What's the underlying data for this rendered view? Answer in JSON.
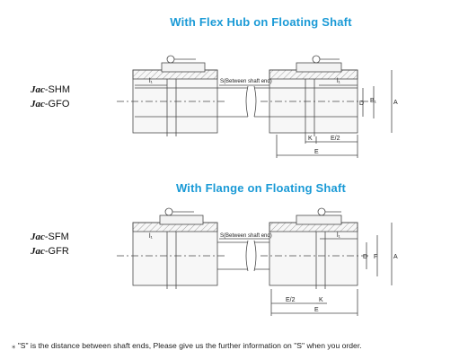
{
  "titles": {
    "top": "With Flex Hub on Floating Shaft",
    "bottom": "With Flange on Floating Shaft"
  },
  "models": {
    "top": [
      {
        "brand": "Jac",
        "code": "-SHM"
      },
      {
        "brand": "Jac",
        "code": "-GFO"
      }
    ],
    "bottom": [
      {
        "brand": "Jac",
        "code": "-SFM"
      },
      {
        "brand": "Jac",
        "code": "-GFR"
      }
    ]
  },
  "labels": {
    "l1": "l₁",
    "s_between": "S(Between shaft end)",
    "d": "D",
    "b1": "B₁",
    "f": "F",
    "a": "A",
    "k": "K",
    "e2": "E/2",
    "e": "E"
  },
  "footnote": {
    "mark": "⁎",
    "text": "\"S\" is the distance between shaft ends, Please give us the further information on \"S\" when you order."
  },
  "colors": {
    "title": "#1a9ad6",
    "line": "#4a4a4a",
    "hatch": "#8a8a8a"
  }
}
